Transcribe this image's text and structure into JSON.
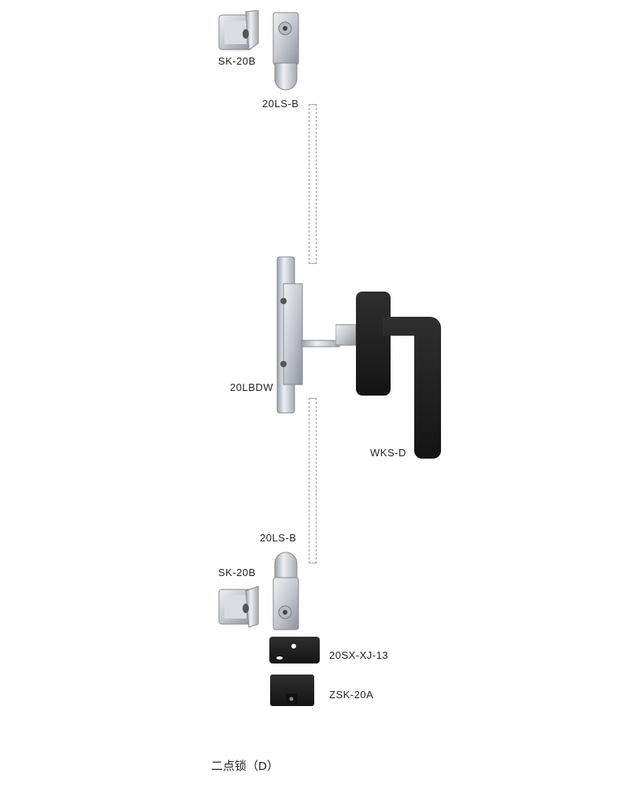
{
  "title": "二点锁（D）",
  "parts": {
    "sk_top": "SK-20B",
    "ls_top": "20LS-B",
    "lbdw": "20LBDW",
    "handle": "WKS-D",
    "ls_bottom": "20LS-B",
    "sk_bottom": "SK-20B",
    "sx": "20SX-XJ-13",
    "zsk": "ZSK-20A"
  },
  "colors": {
    "metal": "#c9ccd2",
    "metal_dark": "#8e939b",
    "black": "#1c1c1c"
  }
}
